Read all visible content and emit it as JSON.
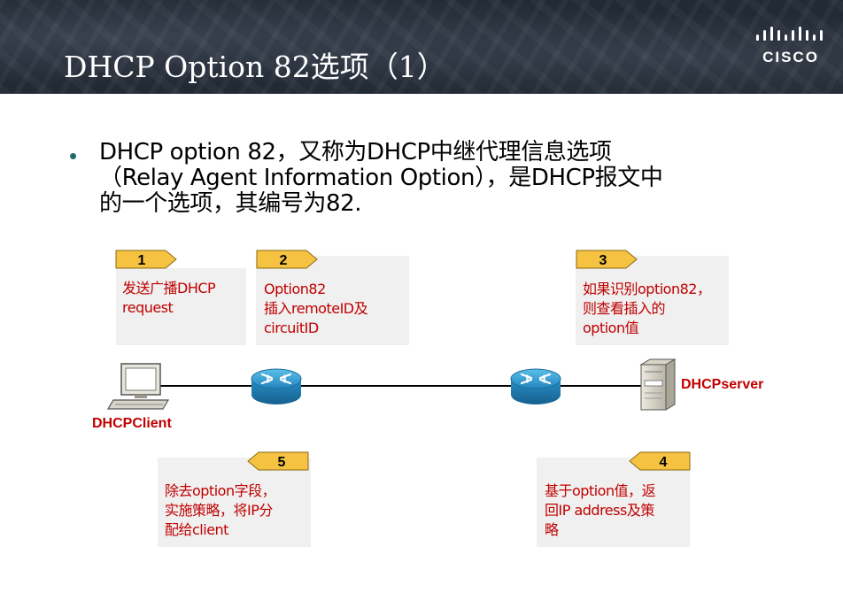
{
  "header": {
    "title": "DHCP Option 82选项（1）",
    "logo_text": "CISCO"
  },
  "bullet": {
    "symbol": "•",
    "lines": [
      "DHCP option 82，又称为DHCP中继代理信息选项",
      "（Relay Agent Information Option），是DHCP报文中",
      "的一个选项，其编号为82."
    ]
  },
  "steps": [
    {
      "number": "1",
      "lines": [
        "发送广播DHCP",
        "request"
      ]
    },
    {
      "number": "2",
      "lines": [
        "Option82",
        "插入remoteID及",
        "circuitID"
      ]
    },
    {
      "number": "3",
      "lines": [
        "如果识别option82，",
        "则查看插入的",
        "option值"
      ]
    },
    {
      "number": "4",
      "lines": [
        "基于option值，返",
        "回IP address及策",
        "略"
      ]
    },
    {
      "number": "5",
      "lines": [
        "除去option字段，",
        "实施策略，将IP分",
        "配给client"
      ]
    }
  ],
  "devices": {
    "client_label": "DHCPClient",
    "server_label": "DHCPserver"
  },
  "colors": {
    "header_bg": "#222a35",
    "badge_fill": "#f5c242",
    "label_red": "#c00000",
    "router_blue": "#2a8fc4",
    "box_bg": "#f0f0f0"
  }
}
